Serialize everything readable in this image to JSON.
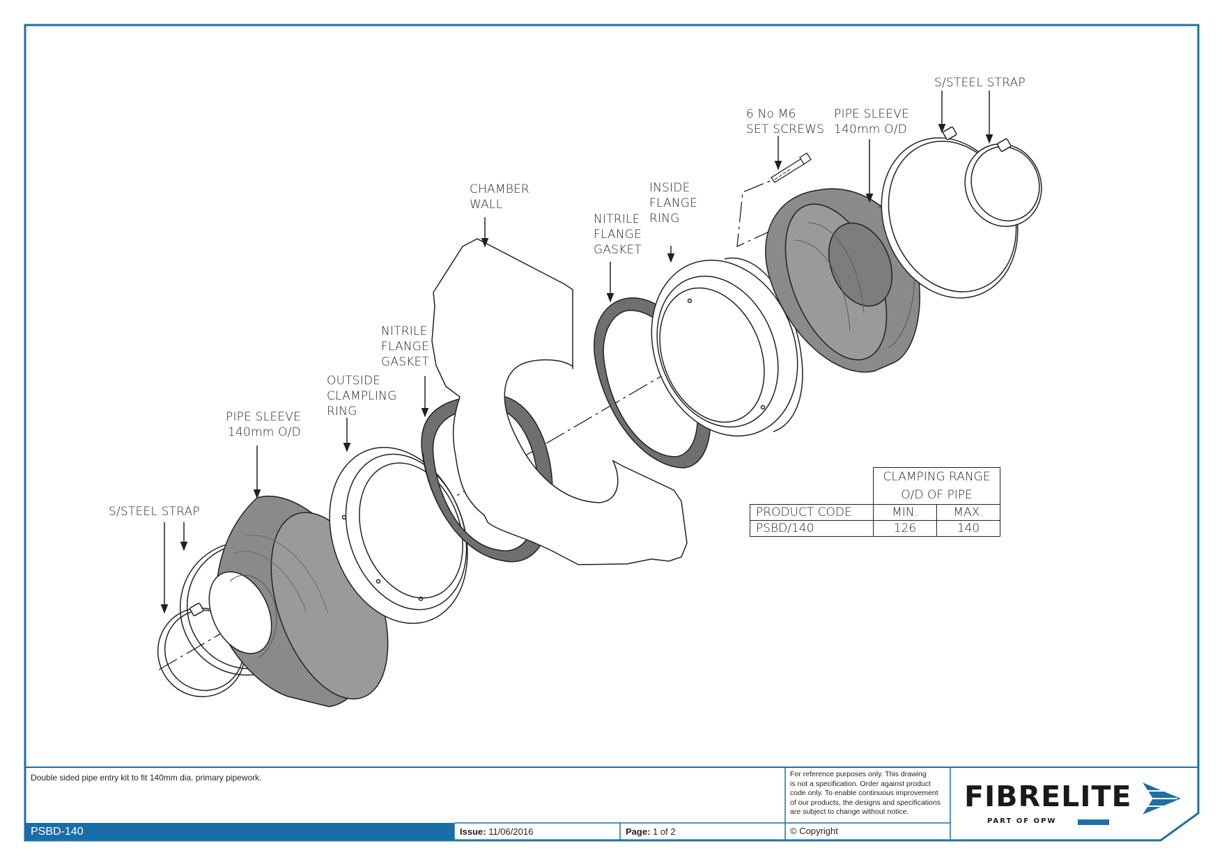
{
  "labels": {
    "steel_strap_left": "S/STEEL STRAP",
    "pipe_sleeve_left": [
      "PIPE SLEEVE",
      "140mm O/D"
    ],
    "outside_clamping_ring": [
      "OUTSIDE",
      "CLAMPLING",
      "RING"
    ],
    "nitrile_gasket_left": [
      "NITRILE",
      "FLANGE",
      "GASKET"
    ],
    "chamber_wall": [
      "CHAMBER",
      "WALL"
    ],
    "nitrile_gasket_right": [
      "NITRILE",
      "FLANGE",
      "GASKET"
    ],
    "inside_flange_ring": [
      "INSIDE",
      "FLANGE",
      "RING"
    ],
    "set_screws": [
      "6 No M6",
      "SET SCREWS"
    ],
    "pipe_sleeve_right": [
      "PIPE SLEEVE",
      "140mm O/D"
    ],
    "steel_strap_right": "S/STEEL STRAP"
  },
  "spec_table": {
    "header_group": [
      "CLAMPING RANGE",
      "O/D OF PIPE"
    ],
    "col_product": "PRODUCT CODE",
    "col_min": "MIN.",
    "col_max": "MAX.",
    "rows": [
      {
        "code": "PSBD/140",
        "min": "126",
        "max": "140"
      }
    ]
  },
  "title_block": {
    "description": "Double sided pipe entry kit to fit 140mm dia. primary pipework.",
    "disclaimer": [
      "For reference purposes only. This drawing",
      "is not a specification. Order against product",
      "code only.  To enable continuous improvement",
      "of our products, the designs and specifications",
      "are subject to change without notice."
    ],
    "drawing_no": "PSBD-140",
    "issue_label": "Issue:",
    "issue_value": "11/06/2016",
    "page_label": "Page:",
    "page_value": "1 of 2",
    "copyright": "© Copyright"
  },
  "logo": {
    "name": "FIBRELITE",
    "tagline": "PART OF OPW"
  },
  "colors": {
    "border_blue": "#1d6fa5",
    "bar_blue": "#1a6ea8",
    "part_gray": "#8a8a8a",
    "gasket_gray": "#6f6f6f",
    "line": "#231f20"
  }
}
